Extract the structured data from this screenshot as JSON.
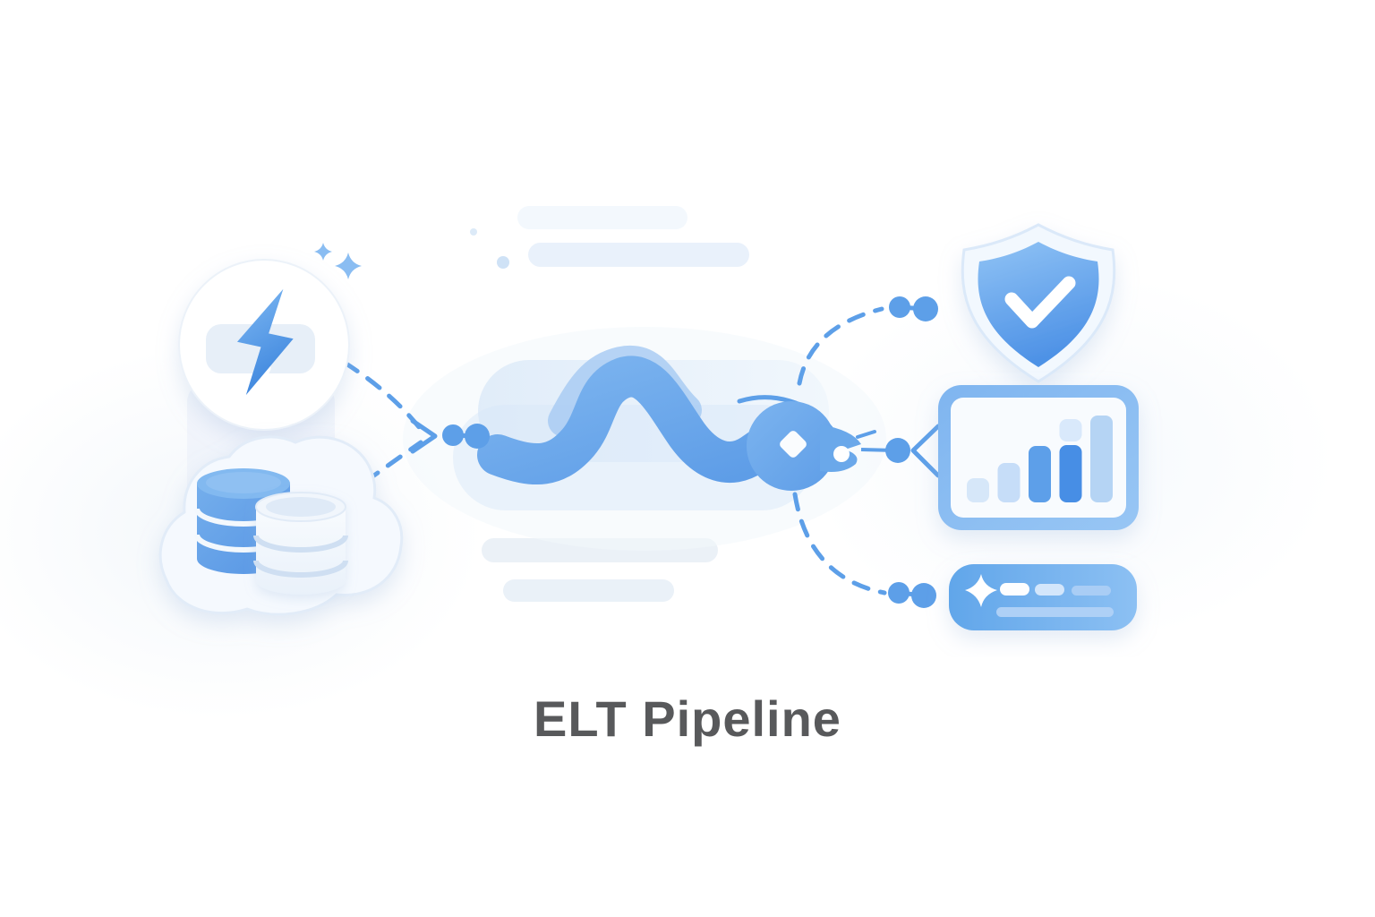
{
  "title": {
    "text": "ELT Pipeline",
    "color": "#58595b"
  },
  "colors": {
    "accent_blue": "#5d9fe8",
    "deep_blue": "#4089e0",
    "medium_blue": "#6aa8ea",
    "light_blue": "#cfe3f8",
    "pale_blue": "#eef5fc",
    "background": "#ffffff"
  },
  "illustration": {
    "sources": [
      {
        "id": "power",
        "icon": "lightning-bolt-icon"
      },
      {
        "id": "databases",
        "icon": "cloud-database-icon"
      }
    ],
    "flow": {
      "id": "stream",
      "icon": "data-stream-snake-icon"
    },
    "outputs": [
      {
        "id": "verified",
        "icon": "shield-check-icon"
      },
      {
        "id": "analytics",
        "icon": "bar-chart-icon"
      },
      {
        "id": "ai-report",
        "icon": "sparkle-report-card-icon"
      }
    ]
  },
  "analytics_card": {
    "bars": [
      {
        "h": 27,
        "color": "#d6e7f9"
      },
      {
        "h": 44,
        "color": "#c6ddf8"
      },
      {
        "h": 63,
        "color": "#5d9fe9"
      },
      {
        "h": 64,
        "color": "#478ee5",
        "cap": {
          "h": 25,
          "color": "#d9e9fb"
        }
      },
      {
        "h": 97,
        "color": "#b5d4f4"
      }
    ]
  }
}
